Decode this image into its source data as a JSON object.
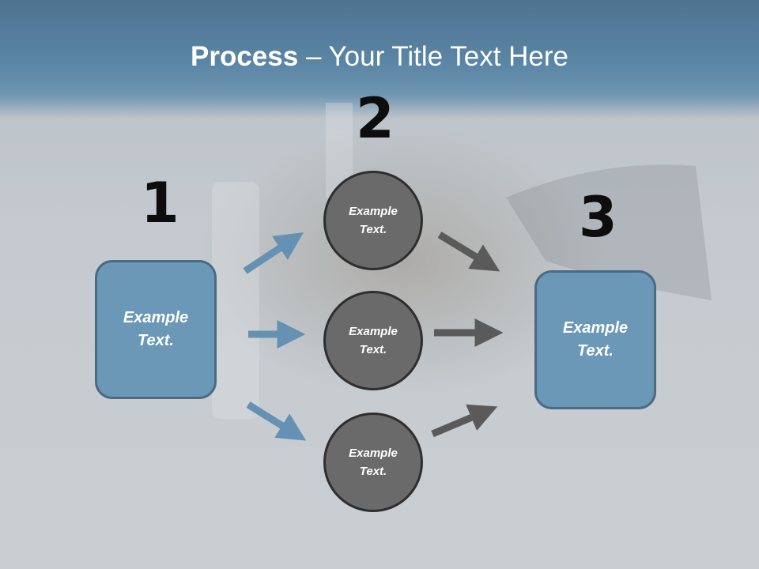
{
  "title": {
    "bold": "Process",
    "rest": " – Your Title Text Here"
  },
  "steps": {
    "one": "1",
    "two": "2",
    "three": "3"
  },
  "left_box": {
    "label": "Example\nText."
  },
  "right_box": {
    "label": "Example\nText."
  },
  "circles": [
    {
      "label": "Example\nText."
    },
    {
      "label": "Example\nText."
    },
    {
      "label": "Example\nText."
    }
  ],
  "colors": {
    "box_fill": "#6b98b6",
    "circle_fill": "#6a6a6a",
    "blue_arrow": "#6591b2",
    "gray_arrow": "#5a5a5a"
  }
}
